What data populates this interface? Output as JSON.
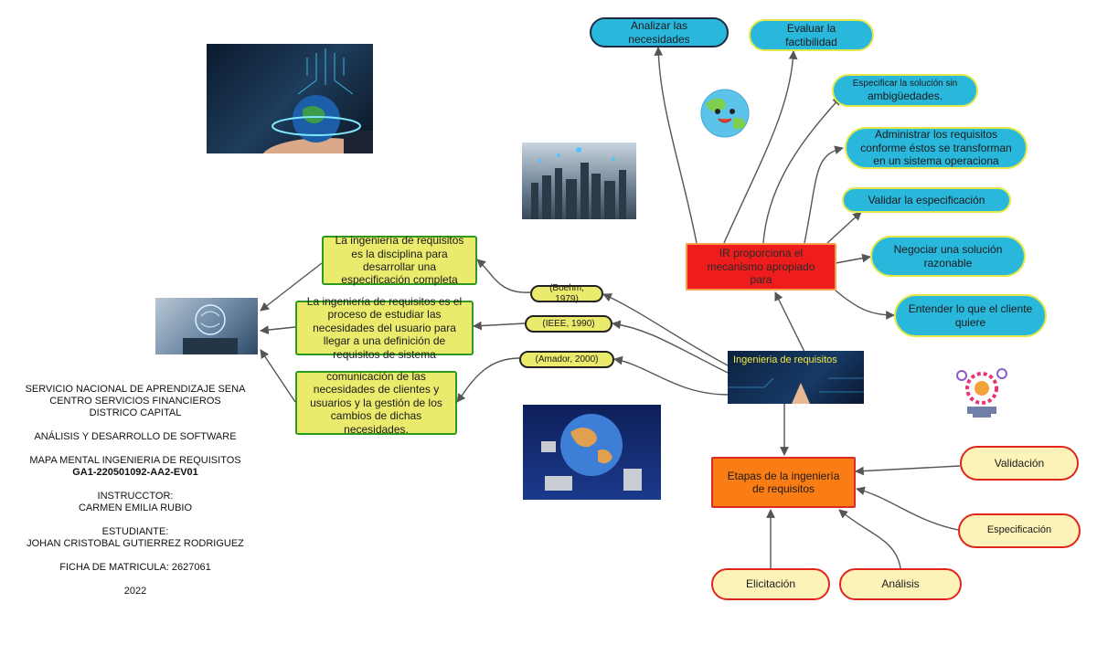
{
  "center": {
    "label": "Ingenieria de requisitos"
  },
  "ir": {
    "label": "IR proporciona el mecanismo apropiado para"
  },
  "etapas": {
    "label": "Etapas de la ingeniería de requisitos"
  },
  "blue_nodes": [
    "Analizar las necesidades",
    "Evaluar la factibilidad",
    "Especificar la solución sin",
    "ambigüedades.",
    "Administrar los requisitos conforme éstos se transforman en un sistema operaciona",
    "Validar la especificación",
    "Negociar una solución razonable",
    "Entender lo que el cliente quiere"
  ],
  "definitions": [
    "La ingeniería de requisitos es la disciplina para desarrollar una especificación completa",
    "La ingeniería de requisitos es el proceso de estudiar las necesidades del usuario para llegar a una definición de requisitos de sistema",
    "comunicación de las necesidades de clientes y usuarios y la gestión de los cambios de dichas necesidades."
  ],
  "citations": [
    "(Boehm, 1979)",
    "(IEEE, 1990)",
    "(Amador, 2000)"
  ],
  "stages": [
    "Validación",
    "Especificación",
    "Elicitación",
    "Análisis"
  ],
  "info": {
    "line1": "SERVICIO NACIONAL DE APRENDIZAJE SENA",
    "line2": "CENTRO SERVICIOS FINANCIEROS",
    "line3": "DISTRICO CAPITAL",
    "line4": "ANÁLISIS Y DESARROLLO DE SOFTWARE",
    "line5": "MAPA MENTAL INGENIERIA DE REQUISITOS",
    "line6": "GA1-220501092-AA2-EV01",
    "line7": "INSTRUCCTOR:",
    "line8": "CARMEN EMILIA RUBIO",
    "line9": "ESTUDIANTE:",
    "line10": "JOHAN CRISTOBAL GUTIERREZ RODRIGUEZ",
    "line11": "FICHA DE MATRICULA: 2627061",
    "line12": "2022"
  },
  "colors": {
    "blue": "#2ab7dc",
    "yellow": "#eaea6c",
    "red": "#ee1c1c",
    "orange": "#f97d14",
    "cream": "#fdf2b8"
  }
}
